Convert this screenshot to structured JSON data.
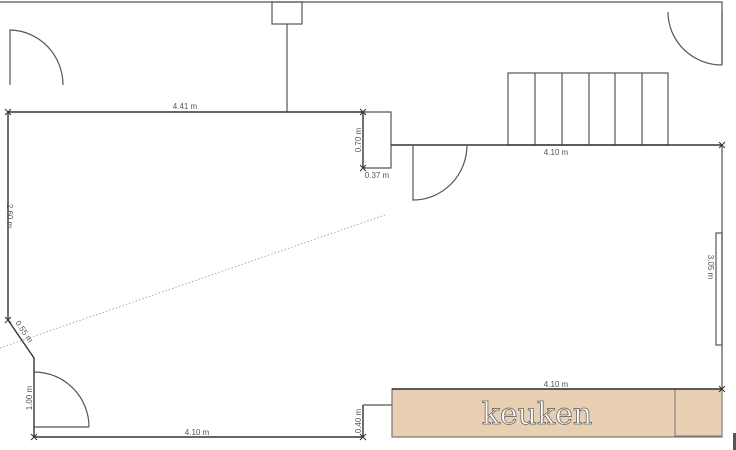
{
  "room_label": "keuken",
  "colors": {
    "kitchen": "#e8cfb2",
    "wall": "#555555"
  },
  "dimensions": {
    "top_width": "4.41 m",
    "notch_height": "0.70 m",
    "notch_width": "0.37 m",
    "stair_wall": "4.10 m",
    "left_height": "2.60 m",
    "diagonal": "0.55 m",
    "door_wall": "1.00 m",
    "bottom_width": "4.10 m",
    "kitchen_step": "0.40 m",
    "kitchen_width": "4.10 m",
    "right_height": "3.05 m"
  }
}
